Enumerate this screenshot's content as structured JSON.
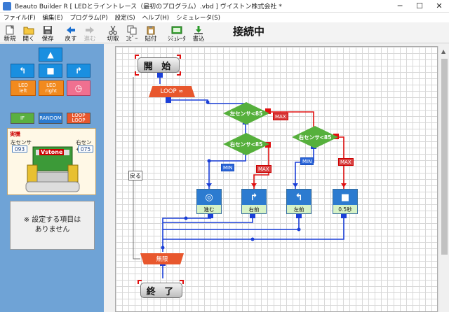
{
  "window": {
    "title": "Beauto Builder R [ LEDとライントレース（最初のプログラム）.vbd ] ヴイストン株式会社 *",
    "minimize": "─",
    "maximize": "☐",
    "close": "✕"
  },
  "menu": [
    "ファイル(F)",
    "編集(E)",
    "プログラム(P)",
    "設定(S)",
    "ヘルプ(H)",
    "シミュレータ(S)"
  ],
  "toolbar": {
    "new": "新規",
    "open": "開く",
    "save": "保存",
    "back": "戻す",
    "redo": "進む",
    "cut": "切取",
    "copy": "ｺﾋﾟｰ",
    "paste": "貼付",
    "simulator": "ｼﾐｭﾚｰﾀ",
    "write": "書込",
    "status": "接続中"
  },
  "palette": {
    "led_left": "LED\nleft",
    "led_right": "LED\nright",
    "if": "IF",
    "random": "RANDOM",
    "loop": "LOOP\nLOOP"
  },
  "robot": {
    "heading": "実機",
    "left_sensor_label": "左センサ",
    "right_sensor_label": "右センサ",
    "left_sensor_value": "093",
    "right_sensor_value": "075",
    "brand": "Vstone"
  },
  "info": {
    "text": "※ 設定する項目は\nありません"
  },
  "flow": {
    "start": "開 始",
    "loop": "LOOP ∞",
    "cond_left": "左センサ<85",
    "cond_right_a": "右センサ<85",
    "cond_right_b": "右センサ<85",
    "tag_max": "MAX",
    "tag_min": "MIN",
    "act_forward": "進む",
    "act_right": "右前",
    "act_left": "左前",
    "act_wait": "0.5秒",
    "return": "戻る",
    "endloop": "無限",
    "end": "終 了"
  },
  "colors": {
    "accent": "#1a8fe0",
    "condition": "#56b03c",
    "loop": "#e8572d",
    "wire_true": "#1a3fd8",
    "wire_false": "#e01010"
  }
}
